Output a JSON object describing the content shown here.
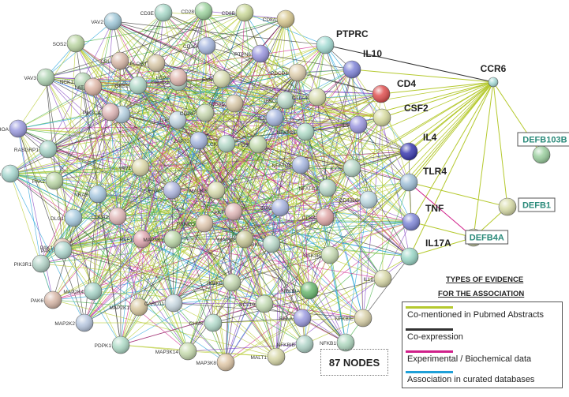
{
  "network": {
    "nodes": [
      {
        "id": "CD3E",
        "label": "CD3E",
        "color": "#a8d8c8",
        "style": "small"
      },
      {
        "id": "CD28",
        "label": "CD28",
        "color": "#9fd4a0",
        "style": "small"
      },
      {
        "id": "CD8B",
        "label": "CD8B",
        "color": "#cbd99a",
        "style": "small"
      },
      {
        "id": "CD8A",
        "label": "CD8A",
        "color": "#d8c890",
        "style": "small"
      },
      {
        "id": "VAV2",
        "label": "VAV2",
        "color": "#a0c8d8",
        "style": "small"
      },
      {
        "id": "SOS2",
        "label": "SOS2",
        "color": "#bcd6a4",
        "style": "small"
      },
      {
        "id": "CBL",
        "label": "CBL",
        "color": "#d8b8a8",
        "style": "small"
      },
      {
        "id": "VAV3",
        "label": "VAV3",
        "color": "#b0d4b4",
        "style": "small"
      },
      {
        "id": "PTPRC",
        "label": "PTPRC",
        "color": "#a4dcd4",
        "style": "bold"
      },
      {
        "id": "IL10",
        "label": "IL10",
        "color": "#7f84d8",
        "style": "bold"
      },
      {
        "id": "CD4",
        "label": "CD4",
        "color": "#e05050",
        "style": "bold"
      },
      {
        "id": "CSF2",
        "label": "CSF2",
        "color": "#d8dca0",
        "style": "bold"
      },
      {
        "id": "IL4",
        "label": "IL4",
        "color": "#3a3ab0",
        "style": "bold"
      },
      {
        "id": "TLR4",
        "label": "TLR4",
        "color": "#a0c0d8",
        "style": "bold"
      },
      {
        "id": "TNF",
        "label": "TNF",
        "color": "#8088d8",
        "style": "bold"
      },
      {
        "id": "IL17A",
        "label": "IL17A",
        "color": "#9cd8c8",
        "style": "bold"
      },
      {
        "id": "CCR6",
        "label": "CCR6",
        "color": "#a8dcd8",
        "style": "bold"
      },
      {
        "id": "DEFB103B",
        "label": "DEFB103B",
        "color": "#9cd0a0",
        "style": "boxed"
      },
      {
        "id": "DEFB1",
        "label": "DEFB1",
        "color": "#d8dca8",
        "style": "boxed"
      },
      {
        "id": "DEFB4A",
        "label": "DEFB4A",
        "color": "#d4dcb0",
        "style": "boxed"
      },
      {
        "id": "RHOA",
        "label": "RHOA",
        "color": "#9c9ce0",
        "style": "small"
      },
      {
        "id": "NCK1",
        "label": "NCK1",
        "color": "#b4d4b4",
        "style": "small"
      },
      {
        "id": "RASGRP1",
        "label": "RASGRP1",
        "color": "#a8d4c8",
        "style": "small"
      },
      {
        "id": "PAK3",
        "label": "PAK3",
        "color": "#a8d8d0",
        "style": "small"
      },
      {
        "id": "PAK2",
        "label": "PAK2",
        "color": "#bcd8a8",
        "style": "small"
      },
      {
        "id": "PAK1",
        "label": "PAK1",
        "color": "#e0c0b0",
        "style": "small"
      },
      {
        "id": "PAK7",
        "label": "PAK7",
        "color": "#b0d8d0",
        "style": "small"
      },
      {
        "id": "PAK6",
        "label": "PAK6",
        "color": "#d8b8a8",
        "style": "small"
      },
      {
        "id": "DLG1",
        "label": "DLG1",
        "color": "#a8cce0",
        "style": "small"
      },
      {
        "id": "NRAS",
        "label": "NRAS",
        "color": "#a8c8e0",
        "style": "small"
      },
      {
        "id": "SOS1",
        "label": "SOS1",
        "color": "#b4d0e0",
        "style": "small"
      },
      {
        "id": "VAV1",
        "label": "VAV1",
        "color": "#dcd8a8",
        "style": "small"
      },
      {
        "id": "HRAS",
        "label": "HRAS",
        "color": "#b0b8e0",
        "style": "small"
      },
      {
        "id": "CDC42",
        "label": "CDC42",
        "color": "#e0b8b8",
        "style": "small"
      },
      {
        "id": "RAF1",
        "label": "RAF1",
        "color": "#e0a8b0",
        "style": "small"
      },
      {
        "id": "MAP2K1",
        "label": "MAP2K1",
        "color": "#d8c8a0",
        "style": "small"
      },
      {
        "id": "MAP2K2",
        "label": "MAP2K2",
        "color": "#b8c8e0",
        "style": "small"
      },
      {
        "id": "MAP3K1",
        "label": "MAP3K1",
        "color": "#bcd8a8",
        "style": "small"
      },
      {
        "id": "MAP2K4",
        "label": "MAP2K4",
        "color": "#a8d4c8",
        "style": "small"
      },
      {
        "id": "PDPK1",
        "label": "PDPK1",
        "color": "#b0dcc8",
        "style": "small"
      },
      {
        "id": "MAP3K14",
        "label": "MAP3K14",
        "color": "#c8dcb0",
        "style": "small"
      },
      {
        "id": "MAP3K8",
        "label": "MAP3K8",
        "color": "#e0c8a8",
        "style": "small"
      },
      {
        "id": "MALT1",
        "label": "MALT1",
        "color": "#d8d8a8",
        "style": "small"
      },
      {
        "id": "CARD11",
        "label": "CARD11",
        "color": "#c8d8e0",
        "style": "small"
      },
      {
        "id": "CHUK",
        "label": "CHUK",
        "color": "#b4dccc",
        "style": "small"
      },
      {
        "id": "BCL10",
        "label": "BCL10",
        "color": "#c4dcb4",
        "style": "small"
      },
      {
        "id": "IKBKB",
        "label": "IKBKB",
        "color": "#c4d8b0",
        "style": "small"
      },
      {
        "id": "IKBKG",
        "label": "IKBKG",
        "color": "#b8d8c8",
        "style": "small"
      },
      {
        "id": "NFKBIA",
        "label": "NFKBIA",
        "color": "#6ab870",
        "style": "small"
      },
      {
        "id": "NFKBIE",
        "label": "NFKBIE",
        "color": "#d8d0a8",
        "style": "small"
      },
      {
        "id": "NFKBIB",
        "label": "NFKBIB",
        "color": "#b0d4c8",
        "style": "small"
      },
      {
        "id": "NFKB1",
        "label": "NFKB1",
        "color": "#b0d8c0",
        "style": "small"
      },
      {
        "id": "RELA",
        "label": "RELA",
        "color": "#9c9ce0",
        "style": "small"
      },
      {
        "id": "IL18",
        "label": "IL18",
        "color": "#d8d8a8",
        "style": "small"
      },
      {
        "id": "GSK3B",
        "label": "GSK3B",
        "color": "#c8dcb4",
        "style": "small"
      },
      {
        "id": "CDK4",
        "label": "CDK4",
        "color": "#e0a8a8",
        "style": "small"
      },
      {
        "id": "CD40LG",
        "label": "CD40LG",
        "color": "#bcd8e0",
        "style": "small"
      },
      {
        "id": "ICOS",
        "label": "ICOS",
        "color": "#b8d8c8",
        "style": "small"
      },
      {
        "id": "NFATC1",
        "label": "NFATC1",
        "color": "#b0dcc8",
        "style": "small"
      },
      {
        "id": "NFATC2",
        "label": "NFATC2",
        "color": "#a8b8e0",
        "style": "small"
      },
      {
        "id": "NFATC3",
        "label": "NFATC3",
        "color": "#b8d8c8",
        "style": "small"
      },
      {
        "id": "JUN",
        "label": "JUN",
        "color": "#a8b4e0",
        "style": "small"
      },
      {
        "id": "FOS",
        "label": "FOS",
        "color": "#c4dcb0",
        "style": "small"
      },
      {
        "id": "AKT",
        "label": "AKT",
        "color": "#e0b8b8",
        "style": "small"
      },
      {
        "id": "PRKCQ",
        "label": "PRKCQ",
        "color": "#e0c8b0",
        "style": "small"
      },
      {
        "id": "MAPK1",
        "label": "MAPK1",
        "color": "#c8c898",
        "style": "small"
      },
      {
        "id": "MAPK3",
        "label": "MAPK3",
        "color": "#d8dcb0",
        "style": "small"
      },
      {
        "id": "LCK",
        "label": "LCK",
        "color": "#b4d8c8",
        "style": "small"
      },
      {
        "id": "ZAP70",
        "label": "ZAP70",
        "color": "#a8b8e0",
        "style": "small"
      },
      {
        "id": "IL2",
        "label": "IL2",
        "color": "#a8b8e0",
        "style": "small"
      },
      {
        "id": "IFNG",
        "label": "IFNG",
        "color": "#b8d8c8",
        "style": "small"
      },
      {
        "id": "IL5",
        "label": "IL5",
        "color": "#9c98e0",
        "style": "small"
      },
      {
        "id": "CTLA4",
        "label": "CTLA4",
        "color": "#d8dcb0",
        "style": "small"
      },
      {
        "id": "PDCD1",
        "label": "PDCD1",
        "color": "#e0d0b0",
        "style": "small"
      },
      {
        "id": "CD3D",
        "label": "CD3D",
        "color": "#d8c8a8",
        "style": "small"
      },
      {
        "id": "PTPN6",
        "label": "PTPN6",
        "color": "#9c98e0",
        "style": "small"
      },
      {
        "id": "CD3G",
        "label": "CD3G",
        "color": "#a8b8e0",
        "style": "small"
      },
      {
        "id": "GRAP2",
        "label": "GRAP2",
        "color": "#b8d8c8",
        "style": "small"
      },
      {
        "id": "LCP2",
        "label": "LCP2",
        "color": "#e0b8b0",
        "style": "small"
      },
      {
        "id": "LAT",
        "label": "LAT",
        "color": "#e0b8a8",
        "style": "small"
      },
      {
        "id": "GRB2",
        "label": "GRB2",
        "color": "#b0d8c8",
        "style": "small"
      },
      {
        "id": "PLCG1",
        "label": "PLCG1",
        "color": "#d8c8a8",
        "style": "small"
      },
      {
        "id": "ITK",
        "label": "ITK",
        "color": "#c0d4e0",
        "style": "small"
      },
      {
        "id": "FYN",
        "label": "FYN",
        "color": "#d8dcb0",
        "style": "small"
      },
      {
        "id": "CD247",
        "label": "CD247",
        "color": "#c8d8b0",
        "style": "small"
      },
      {
        "id": "PIK3CA",
        "label": "PIK3CA",
        "color": "#e0b8b8",
        "style": "small"
      },
      {
        "id": "PIK3R1",
        "label": "PIK3R1",
        "color": "#b4d4c8",
        "style": "small"
      }
    ],
    "links": [
      {
        "from": "CCR6",
        "to": "DEFB103B",
        "evidence": "textmining"
      },
      {
        "from": "CCR6",
        "to": "DEFB1",
        "evidence": "textmining"
      },
      {
        "from": "CCR6",
        "to": "DEFB4A",
        "evidence": "textmining"
      },
      {
        "from": "CCR6",
        "to": "PTPRC",
        "evidence": "coexpression"
      },
      {
        "from": "CCR6",
        "to": "IL10",
        "evidence": "textmining"
      },
      {
        "from": "CCR6",
        "to": "CD4",
        "evidence": "textmining"
      },
      {
        "from": "CCR6",
        "to": "CSF2",
        "evidence": "textmining"
      },
      {
        "from": "CCR6",
        "to": "IL4",
        "evidence": "textmining"
      },
      {
        "from": "CCR6",
        "to": "TLR4",
        "evidence": "textmining"
      },
      {
        "from": "CCR6",
        "to": "TNF",
        "evidence": "textmining"
      },
      {
        "from": "CCR6",
        "to": "IL17A",
        "evidence": "textmining"
      },
      {
        "from": "DEFB4A",
        "to": "TLR4",
        "evidence": "experimental"
      },
      {
        "from": "DEFB4A",
        "to": "TNF",
        "evidence": "textmining"
      },
      {
        "from": "DEFB4A",
        "to": "IL17A",
        "evidence": "textmining"
      },
      {
        "from": "DEFB4A",
        "to": "DEFB1",
        "evidence": "textmining"
      },
      {
        "from": "DEFB1",
        "to": "TLR4",
        "evidence": "textmining"
      }
    ]
  },
  "legend": {
    "title_line1": "TYPES OF EVIDENCE",
    "title_line2": "FOR THE ASSOCIATION",
    "items": [
      {
        "label": "Co-mentioned in Pubmed Abstracts",
        "color": "#b5c92e"
      },
      {
        "label": "Co-expression",
        "color": "#333333"
      },
      {
        "label": "Experimental / Biochemical data",
        "color": "#d0208a"
      },
      {
        "label": "Association in curated databases",
        "color": "#1ea0d8"
      }
    ]
  },
  "node_count_label": "87 NODES",
  "colors": {
    "textmining": "#b5c92e",
    "coexpression": "#333333",
    "experimental": "#d0208a",
    "database": "#1ea0d8",
    "extra1": "#8040c0",
    "extra2": "#40b040",
    "boxed_text": "#2a8a7a"
  }
}
